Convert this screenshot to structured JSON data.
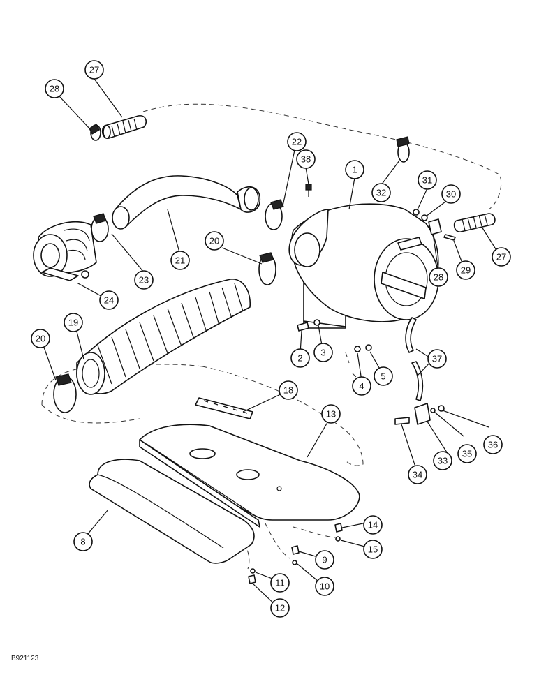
{
  "diagram_code": "B921123",
  "callouts": [
    {
      "id": "1",
      "label": "1"
    },
    {
      "id": "2",
      "label": "2"
    },
    {
      "id": "3",
      "label": "3"
    },
    {
      "id": "4",
      "label": "4"
    },
    {
      "id": "5",
      "label": "5"
    },
    {
      "id": "8",
      "label": "8"
    },
    {
      "id": "9",
      "label": "9"
    },
    {
      "id": "10",
      "label": "10"
    },
    {
      "id": "11",
      "label": "11"
    },
    {
      "id": "12",
      "label": "12"
    },
    {
      "id": "13",
      "label": "13"
    },
    {
      "id": "14",
      "label": "14"
    },
    {
      "id": "15",
      "label": "15"
    },
    {
      "id": "18",
      "label": "18"
    },
    {
      "id": "19",
      "label": "19"
    },
    {
      "id": "20a",
      "label": "20"
    },
    {
      "id": "20b",
      "label": "20"
    },
    {
      "id": "21",
      "label": "21"
    },
    {
      "id": "22",
      "label": "22"
    },
    {
      "id": "23",
      "label": "23"
    },
    {
      "id": "24",
      "label": "24"
    },
    {
      "id": "27a",
      "label": "27"
    },
    {
      "id": "27b",
      "label": "27"
    },
    {
      "id": "28a",
      "label": "28"
    },
    {
      "id": "28b",
      "label": "28"
    },
    {
      "id": "29",
      "label": "29"
    },
    {
      "id": "30",
      "label": "30"
    },
    {
      "id": "31",
      "label": "31"
    },
    {
      "id": "32",
      "label": "32"
    },
    {
      "id": "33",
      "label": "33"
    },
    {
      "id": "34",
      "label": "34"
    },
    {
      "id": "35",
      "label": "35"
    },
    {
      "id": "36",
      "label": "36"
    },
    {
      "id": "37",
      "label": "37"
    },
    {
      "id": "38",
      "label": "38"
    }
  ]
}
